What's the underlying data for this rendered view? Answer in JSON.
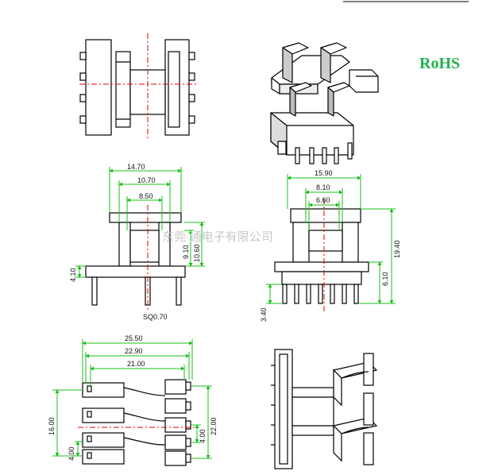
{
  "badge": {
    "text": "RoHS",
    "color": "#22b14c"
  },
  "watermark": {
    "text": "东莞   通电子有限公司"
  },
  "colors": {
    "dimension": "#18c018",
    "centerline": "#e00000",
    "outline": "#000000"
  },
  "front_view": {
    "dims": [
      {
        "id": "A",
        "value": "14.70"
      },
      {
        "id": "B",
        "value": "10.70"
      },
      {
        "id": "C",
        "value": "8.50"
      },
      {
        "id": "D",
        "value": "9.10"
      },
      {
        "id": "E",
        "value": "10.60"
      },
      {
        "id": "F",
        "value": "4.10"
      },
      {
        "id": "G",
        "value": "SQ0.70"
      }
    ]
  },
  "side_view": {
    "dims": [
      {
        "id": "H",
        "value": "15.90"
      },
      {
        "id": "I",
        "value": "8.10"
      },
      {
        "id": "J",
        "value": "6.60"
      },
      {
        "id": "K",
        "value": "19.40"
      },
      {
        "id": "L",
        "value": "6.10"
      },
      {
        "id": "M",
        "value": "3.40"
      }
    ]
  },
  "bottom_view": {
    "dims": [
      {
        "id": "N",
        "value": "25.50"
      },
      {
        "id": "O",
        "value": "22.90"
      },
      {
        "id": "P",
        "value": "21.00"
      },
      {
        "id": "Q",
        "value": "16.00"
      },
      {
        "id": "R",
        "value": "4.00"
      },
      {
        "id": "S",
        "value": "4.00"
      },
      {
        "id": "T",
        "value": "22.00"
      }
    ]
  }
}
